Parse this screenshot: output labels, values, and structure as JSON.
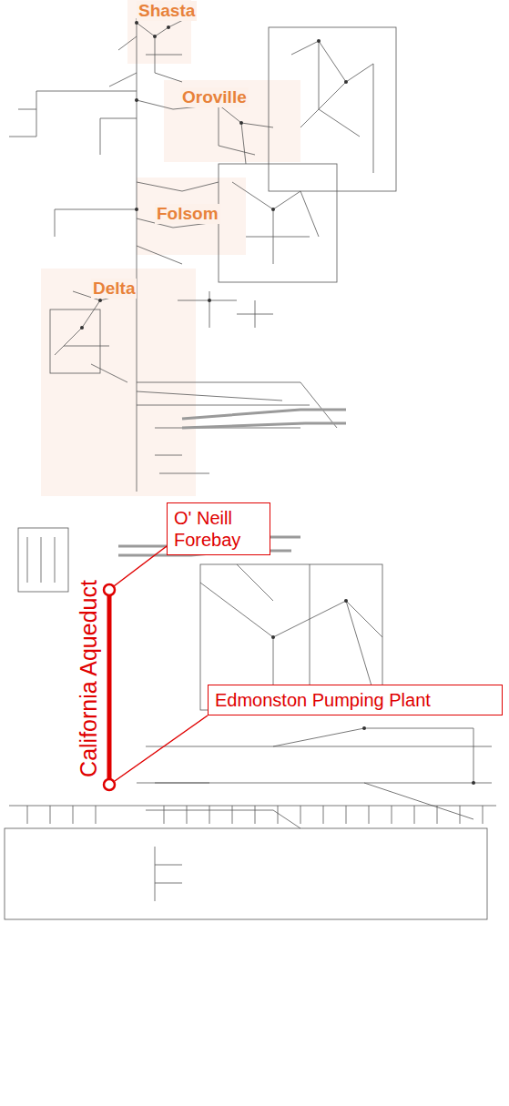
{
  "diagram": {
    "nodes": [
      {
        "text": [
          "O' Neill Forebay"
        ]
      },
      {
        "text": [
          "Edmonston Pumping Plant"
        ]
      }
    ],
    "labels": [
      "Shasta",
      "Oroville",
      "Folsom",
      "Delta",
      "California Aqueduct"
    ]
  }
}
